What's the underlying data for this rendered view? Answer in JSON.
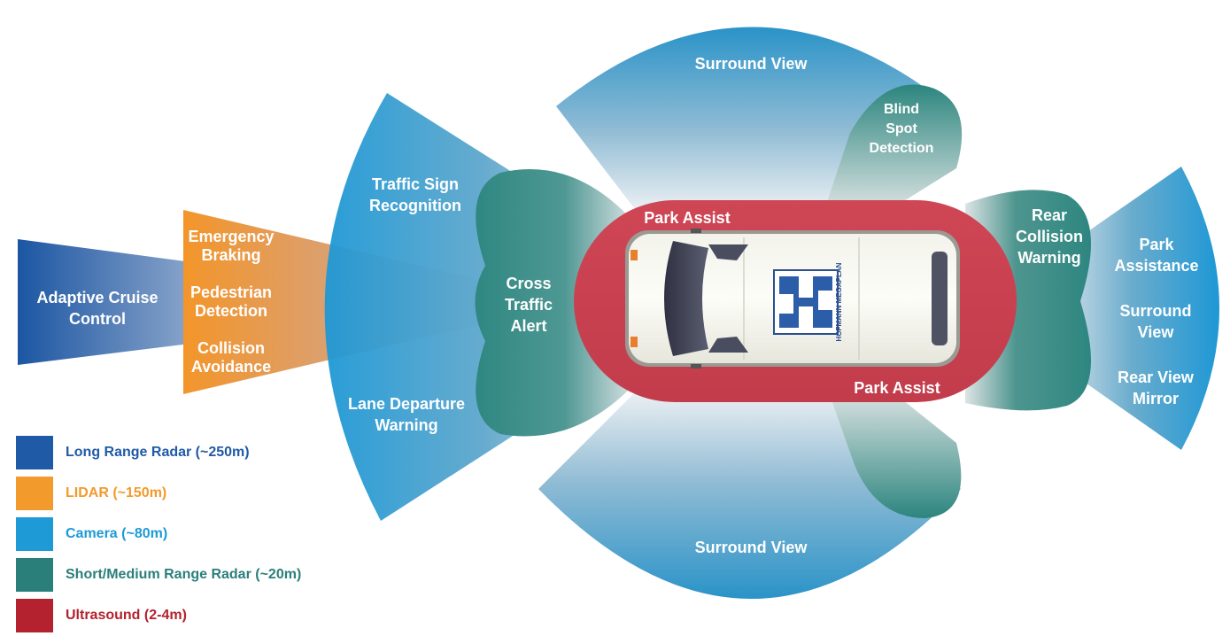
{
  "sensors": {
    "long_range_radar": {
      "label": "Adaptive Cruise Control",
      "color": "#1f5aa6"
    },
    "lidar": {
      "color": "#f39a2c",
      "labels": [
        "Emergency Braking",
        "Pedestrian Detection",
        "Collision Avoidance"
      ]
    },
    "front_camera": {
      "color": "#1e9ad6",
      "labels": [
        "Traffic Sign Recognition",
        "Lane Departure Warning"
      ]
    },
    "front_radar": {
      "color": "#2e8a83",
      "label": "Cross Traffic Alert"
    },
    "surround_top": {
      "label": "Surround View"
    },
    "surround_bottom": {
      "label": "Surround View"
    },
    "blind_spot": {
      "label": "Blind Spot Detection"
    },
    "ultrasound": {
      "color": "#c8414e",
      "label_top": "Park Assist",
      "label_bottom": "Park Assist"
    },
    "rear_radar": {
      "label": "Rear Collision Warning"
    },
    "rear_camera": {
      "labels": [
        "Park Assistance",
        "Surround View",
        "Rear View Mirror"
      ]
    }
  },
  "vehicle": {
    "logo_text": "HOFMANN MEGAPLAN"
  },
  "legend": [
    {
      "label": "Long Range Radar (~250m)",
      "color": "#1f5aa6"
    },
    {
      "label": "LIDAR (~150m)",
      "color": "#f39a2c"
    },
    {
      "label": "Camera (~80m)",
      "color": "#1e9ad6"
    },
    {
      "label": "Short/Medium Range Radar (~20m)",
      "color": "#2a7f7b"
    },
    {
      "label": "Ultrasound (2-4m)",
      "color": "#b3222e"
    }
  ]
}
